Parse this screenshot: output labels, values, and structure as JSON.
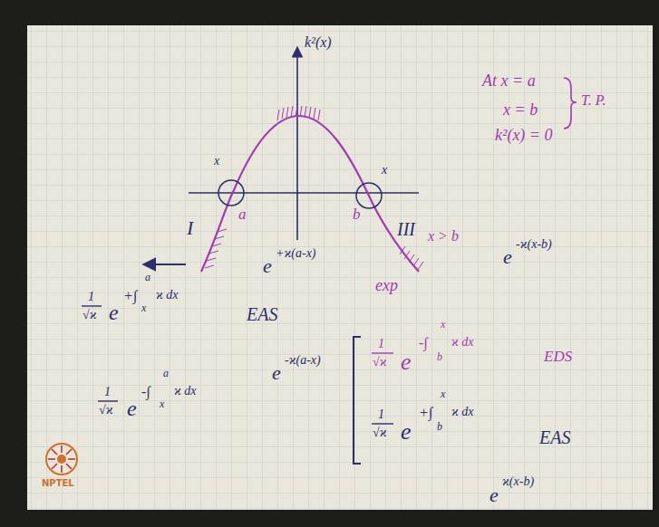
{
  "diagram": {
    "labels": [
      "k²(x)",
      "x",
      "x",
      "a",
      "b",
      "At x = a",
      "x = b",
      "T. P.",
      "k²(x) = 0",
      "I",
      "III",
      "x > b",
      "e",
      "+ϰ(a-x)",
      "e",
      "-ϰ(x-b)",
      "1",
      "√ϰ",
      "e",
      "+∫",
      "a",
      "x",
      "ϰ dx",
      "EAS",
      "e",
      "-ϰ(a-x)",
      "exp",
      "1",
      "√ϰ",
      "e",
      "-∫",
      "a",
      "x",
      "ϰ dx",
      "1",
      "√ϰ",
      "e",
      "-∫",
      "x",
      "b",
      "ϰ dx",
      "EDS",
      "1",
      "√ϰ",
      "e",
      "+∫",
      "x",
      "b",
      "ϰ dx",
      "EAS",
      "e",
      "ϰ(x-b)",
      "NPTEL"
    ]
  }
}
